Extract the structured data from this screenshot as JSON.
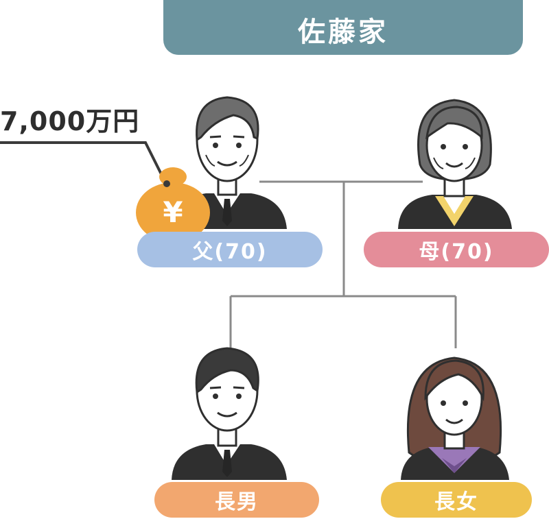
{
  "title": "佐藤家",
  "inheritance_amount": "7,000万円",
  "currency_symbol": "¥",
  "members": [
    {
      "id": "father",
      "label": "父(70)",
      "color": "#a6c0e4"
    },
    {
      "id": "mother",
      "label": "母(70)",
      "color": "#e48d99"
    },
    {
      "id": "eldest-son",
      "label": "長男",
      "color": "#f2a76f"
    },
    {
      "id": "eldest-daughter",
      "label": "長女",
      "color": "#efc24e"
    }
  ],
  "colors": {
    "title_bar": "#6b949f",
    "money_bag": "#f0a53c",
    "connector_line": "#8a8a8a",
    "suit": "#2f2f2f",
    "hair_dark": "#3a3a3a",
    "hair_gray": "#6d6d6d",
    "hair_brown": "#6e4a3e"
  }
}
